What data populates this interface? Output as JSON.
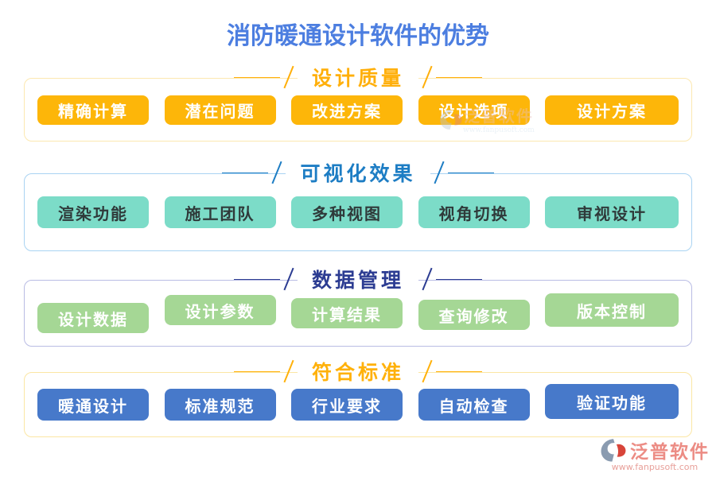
{
  "title": "消防暖通设计软件的优势",
  "sections": [
    {
      "id": "design-quality",
      "header": "设计质量",
      "items": [
        "精确计算",
        "潜在问题",
        "改进方案",
        "设计选项",
        "设计方案"
      ]
    },
    {
      "id": "visualization",
      "header": "可视化效果",
      "items": [
        "渲染功能",
        "施工团队",
        "多种视图",
        "视角切换",
        "审视设计"
      ]
    },
    {
      "id": "data-management",
      "header": "数据管理",
      "items": [
        "设计数据",
        "设计参数",
        "计算结果",
        "查询修改",
        "版本控制"
      ]
    },
    {
      "id": "standards",
      "header": "符合标准",
      "items": [
        "暖通设计",
        "标准规范",
        "行业要求",
        "自动检查",
        "验证功能"
      ]
    }
  ],
  "watermark": {
    "brand": "泛普软件",
    "url": "www.fanpusoft.com"
  },
  "colors": {
    "title": "#4C7EE0",
    "quality_header": "#FFAF0A",
    "quality_button": "#FDB609",
    "quality_border": "#FCE8B0",
    "visual_header": "#1D7DC4",
    "visual_button": "#7CDCC8",
    "visual_border": "#A9D3F2",
    "visual_button_text": "#2F3A3A",
    "data_header": "#2C3C92",
    "data_button": "#A5D795",
    "data_border": "#B9BCE4",
    "standard_header": "#FFB10A",
    "standard_button": "#4779CA",
    "standard_border": "#FBE6A3",
    "watermark_text": "#EC8C84",
    "watermark_url": "#E8A09A"
  }
}
